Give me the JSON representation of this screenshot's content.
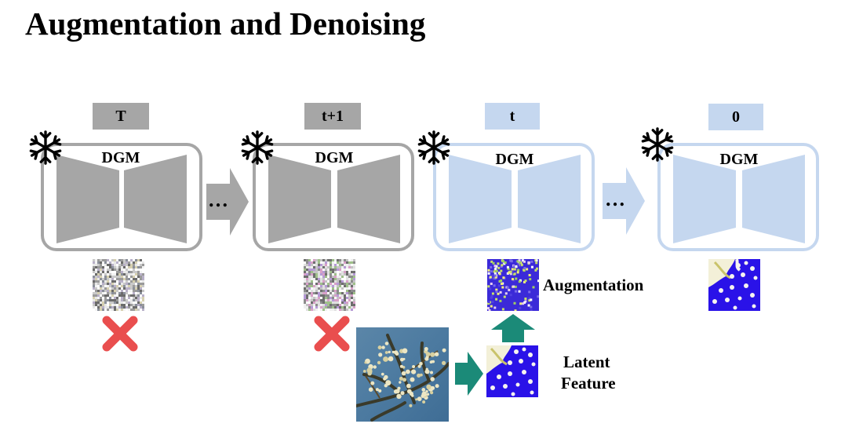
{
  "title": "Augmentation and Denoising",
  "steps": [
    {
      "label": "T",
      "module": "DGM",
      "state": "frozen"
    },
    {
      "label": "t+1",
      "module": "DGM",
      "state": "frozen"
    },
    {
      "label": "t",
      "module": "DGM",
      "state": "frozen"
    },
    {
      "label": "0",
      "module": "DGM",
      "state": "frozen"
    }
  ],
  "ellipsis": [
    "…",
    "…"
  ],
  "labels": {
    "augmentation": "Augmentation",
    "latent_line1": "Latent",
    "latent_line2": "Feature"
  },
  "colors": {
    "active_fill": "#a6a6a6",
    "active_border": "#a6a6a6",
    "inactive_fill": "#c5d7ef",
    "inactive_border": "#c5d7ef",
    "cross": "#e94e4e",
    "teal_arrow": "#1b8a78",
    "latent_blue": "#2a12e8"
  },
  "icons": [
    "snowflake-icon",
    "cross-icon",
    "right-arrow-icon",
    "up-arrow-icon"
  ]
}
